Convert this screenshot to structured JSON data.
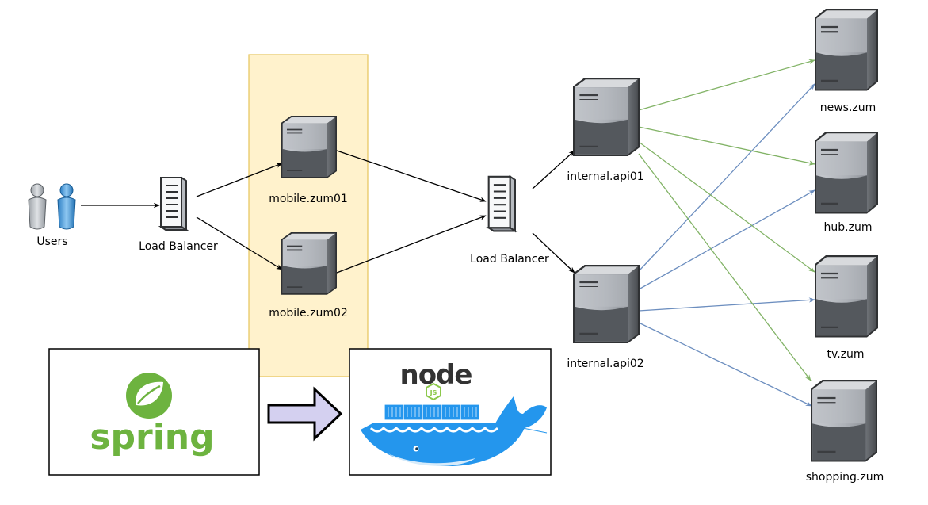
{
  "labels": {
    "users": "Users",
    "load_balancer_1": "Load Balancer",
    "mobile_1": "mobile.zum01",
    "mobile_2": "mobile.zum02",
    "load_balancer_2": "Load Balancer",
    "internal_1": "internal.api01",
    "internal_2": "internal.api02",
    "news": "news.zum",
    "hub": "hub.zum",
    "tv": "tv.zum",
    "shopping": "shopping.zum"
  },
  "logos": {
    "spring": "spring",
    "node": "node",
    "js_badge": "JS"
  },
  "colors": {
    "highlight_fill": "#fff2cc",
    "highlight_stroke": "#e6c45a",
    "green_edge": "#82b366",
    "blue_edge": "#6c8ebf",
    "spring_green": "#6db33f",
    "docker_blue": "#2496ed",
    "node_green": "#8cc84b",
    "arrow_fill": "#d4d0f0"
  }
}
